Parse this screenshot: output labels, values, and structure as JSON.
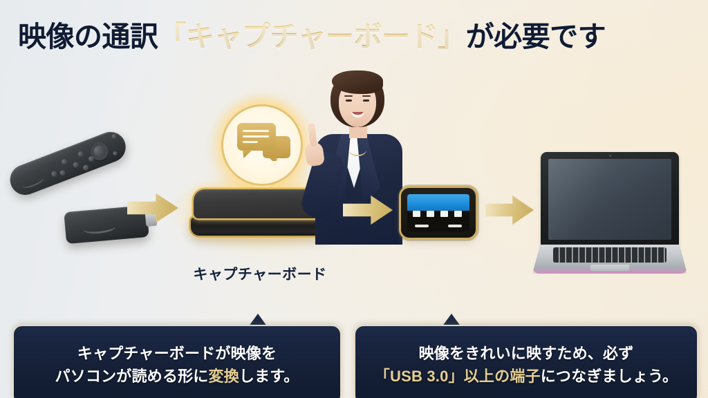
{
  "slide": {
    "title": {
      "lead": "映像の通訳",
      "highlight": "「キャプチャーボード」",
      "tail": "が必要です"
    },
    "colors": {
      "title_navy": "#101c33",
      "title_gold": "#c9a44a",
      "caption_navy": "#152037",
      "caption_gold": "#e6cf93",
      "arrow_gold": "#d4bb72",
      "usb_blue": "#1d8ddb",
      "board_gold_trim": "#d9b75c",
      "background_left": "#e7ebee",
      "background_right": "#f4e9d6"
    },
    "flow": {
      "step_source": "fire-tv-stick",
      "step_device": "capture-board",
      "step_port": "usb-3-0-port",
      "step_target": "laptop-pc",
      "device_label": "キャプチャーボード",
      "speech_icon": "chat-bubbles-icon"
    },
    "captions": [
      {
        "name": "caption-left",
        "line1": "キャプチャーボードが映像を",
        "line2_pre": "パソコンが読める形に",
        "line2_gold": "変換",
        "line2_post": "します。"
      },
      {
        "name": "caption-right",
        "line1": "映像をきれいに映すため、必ず",
        "line2_gold": "「USB 3.0」以上の端子",
        "line2_post": "につなぎましょう。"
      }
    ]
  }
}
